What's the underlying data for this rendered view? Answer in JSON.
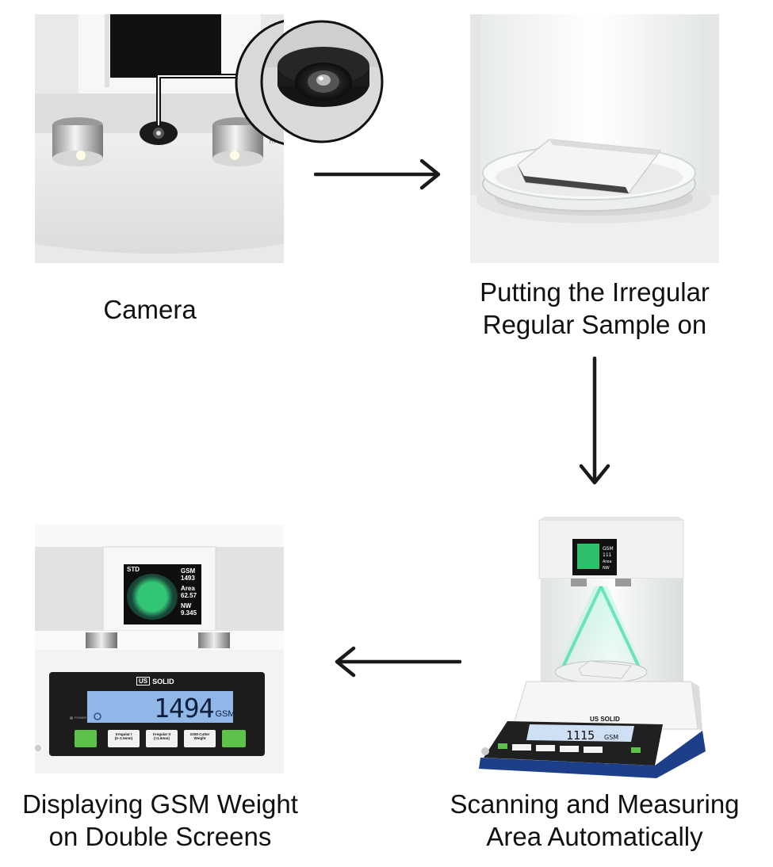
{
  "steps": {
    "camera": {
      "caption": "Camera"
    },
    "putting": {
      "caption_line1": "Putting the Irregular",
      "caption_line2": "Regular Sample on"
    },
    "scanning": {
      "caption_line1": "Scanning and Measuring",
      "caption_line2": "Area Automatically",
      "screen_label": "GSM",
      "screen_value": "111",
      "screen_area": "Area",
      "screen_nw": "NW",
      "lcd_reading": "1115",
      "lcd_unit": "GSM",
      "brand": "US SOLID"
    },
    "displaying": {
      "caption_line1": "Displaying GSM Weight",
      "caption_line2": "on Double Screens",
      "screen_mode": "STD",
      "screen_gsm_label": "GSM",
      "screen_gsm_value": "1493",
      "screen_area_label": "Area",
      "screen_area_value": "62.57",
      "screen_nw_label": "NW",
      "screen_nw_value": "9.345",
      "lcd_reading": "1494",
      "lcd_unit": "GSM",
      "brand_us": "US",
      "brand_solid": "SOLID",
      "power_label": "POWER",
      "buttons": [
        "Irregular I\n(0~1.5mm)",
        "Irregular II\n(>1.5mm)",
        "GSM Cutter\nWeight"
      ]
    }
  },
  "colors": {
    "arrow": "#1a1a1a",
    "lcd": "#8fb7e8",
    "screen_green": "#2fbf6a",
    "key_green": "#5cc24a"
  }
}
